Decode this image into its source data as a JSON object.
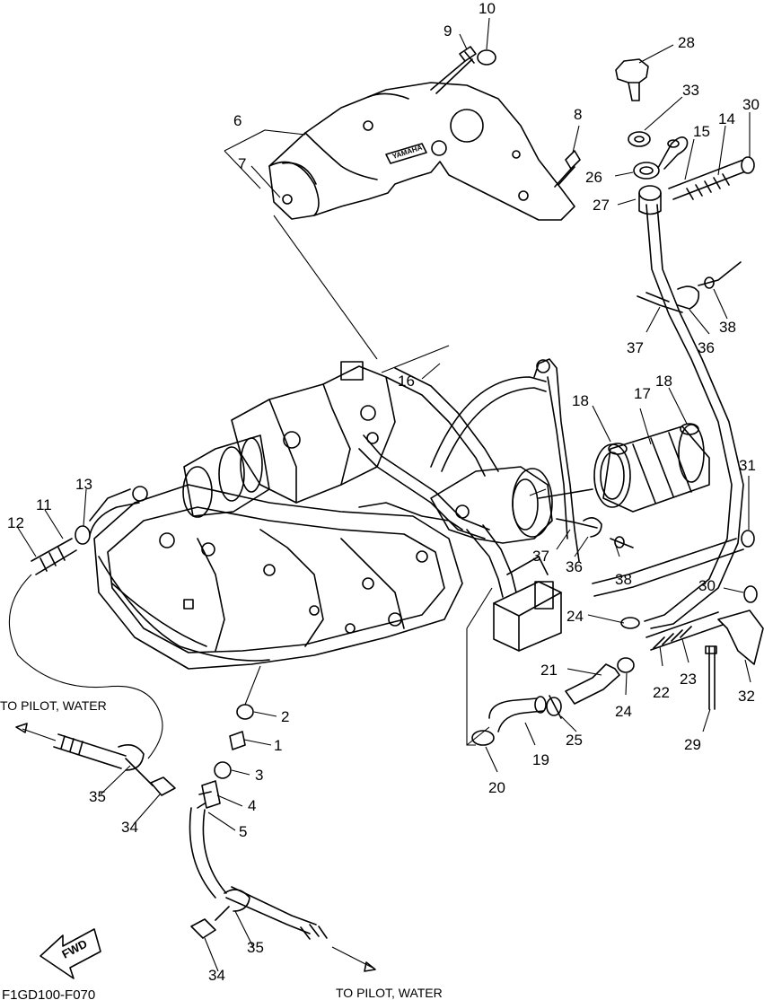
{
  "labels": {
    "p1": "1",
    "p2": "2",
    "p3": "3",
    "p4": "4",
    "p5": "5",
    "p6": "6",
    "p7": "7",
    "p8": "8",
    "p9": "9",
    "p10": "10",
    "p11": "11",
    "p12": "12",
    "p13": "13",
    "p14": "14",
    "p15": "15",
    "p16": "16",
    "p17": "17",
    "p18a": "18",
    "p18b": "18",
    "p19": "19",
    "p20": "20",
    "p21": "21",
    "p22": "22",
    "p23": "23",
    "p24a": "24",
    "p24b": "24",
    "p25": "25",
    "p26": "26",
    "p27": "27",
    "p28": "28",
    "p29": "29",
    "p30a": "30",
    "p30b": "30",
    "p31": "31",
    "p32": "32",
    "p33": "33",
    "p34a": "34",
    "p34b": "34",
    "p35a": "35",
    "p35b": "35",
    "p36a": "36",
    "p36b": "36",
    "p37a": "37",
    "p37b": "37",
    "p38a": "38",
    "p38b": "38"
  },
  "notes": {
    "to_pilot_left": "TO PILOT, WATER",
    "to_pilot_bottom": "TO PILOT, WATER",
    "fwd": "FWD",
    "drawing_code": "F1GD100-F070",
    "brand_emboss": "YAMAHA"
  }
}
